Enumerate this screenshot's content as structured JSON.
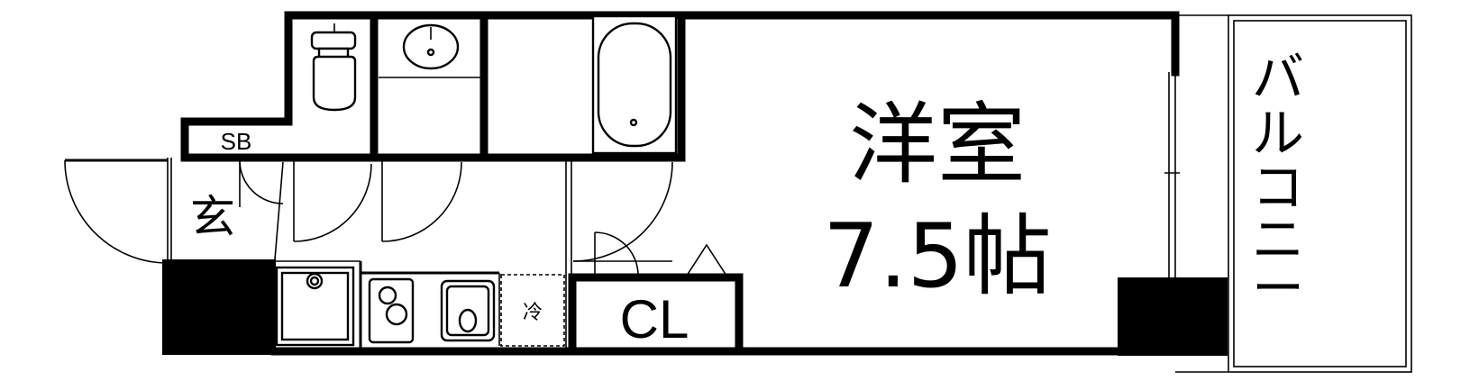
{
  "rooms": {
    "western_room": {
      "name": "洋室",
      "size": "7.5帖"
    },
    "balcony": {
      "name": "バルコニー",
      "chars": [
        "バ",
        "ル",
        "コ",
        "ニ",
        "ー"
      ]
    },
    "entrance": {
      "name": "玄"
    },
    "shoe_box": {
      "name": "SB"
    },
    "closet": {
      "name": "CL"
    },
    "refrigerator": {
      "name": "冷"
    }
  }
}
